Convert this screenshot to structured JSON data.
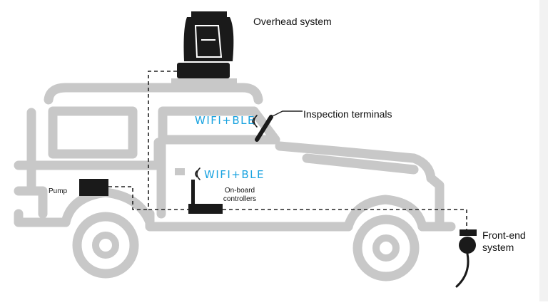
{
  "labels": {
    "overhead_system": "Overhead system",
    "inspection_terminals": "Inspection terminals",
    "pump": "Pump",
    "onboard_controllers": "On-board controllers",
    "front_end_system": "Front-end system",
    "wifi_ble_upper": "WIFI+BLE",
    "wifi_ble_lower": "WIFI+BLE"
  },
  "colors": {
    "vehicle": "#c8c8c8",
    "device": "#1a1a1a",
    "wireless": "#1aa3e0",
    "line": "#222222",
    "side_strip": "#f2f2f2"
  }
}
